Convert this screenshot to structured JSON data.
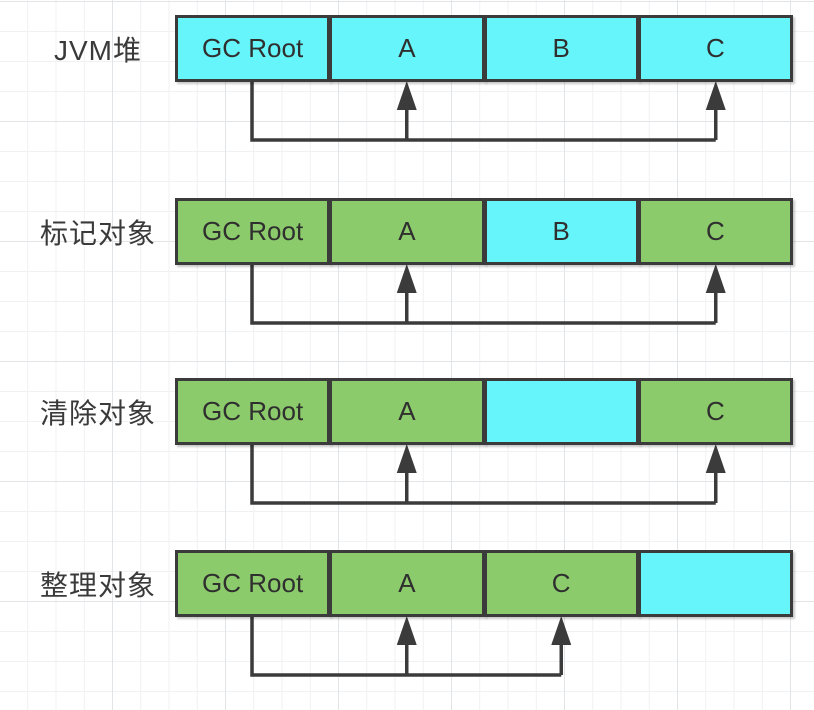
{
  "colors": {
    "heap_cell": "#66F5FA",
    "live_cell": "#8CCB6B",
    "stroke": "#3b3b3b",
    "text": "#2f2f2f"
  },
  "rows": [
    {
      "label": "JVM堆",
      "cells": [
        {
          "text": "GC Root",
          "fill": "heap_cell"
        },
        {
          "text": "A",
          "fill": "heap_cell"
        },
        {
          "text": "B",
          "fill": "heap_cell"
        },
        {
          "text": "C",
          "fill": "heap_cell"
        }
      ],
      "source_cell": 0,
      "arrow_targets": [
        1,
        3
      ]
    },
    {
      "label": "标记对象",
      "cells": [
        {
          "text": "GC Root",
          "fill": "live_cell"
        },
        {
          "text": "A",
          "fill": "live_cell"
        },
        {
          "text": "B",
          "fill": "heap_cell"
        },
        {
          "text": "C",
          "fill": "live_cell"
        }
      ],
      "source_cell": 0,
      "arrow_targets": [
        1,
        3
      ]
    },
    {
      "label": "清除对象",
      "cells": [
        {
          "text": "GC Root",
          "fill": "live_cell"
        },
        {
          "text": "A",
          "fill": "live_cell"
        },
        {
          "text": "",
          "fill": "heap_cell"
        },
        {
          "text": "C",
          "fill": "live_cell"
        }
      ],
      "source_cell": 0,
      "arrow_targets": [
        1,
        3
      ]
    },
    {
      "label": "整理对象",
      "cells": [
        {
          "text": "GC Root",
          "fill": "live_cell"
        },
        {
          "text": "A",
          "fill": "live_cell"
        },
        {
          "text": "C",
          "fill": "live_cell"
        },
        {
          "text": "",
          "fill": "heap_cell"
        }
      ],
      "source_cell": 0,
      "arrow_targets": [
        1,
        2
      ]
    }
  ]
}
